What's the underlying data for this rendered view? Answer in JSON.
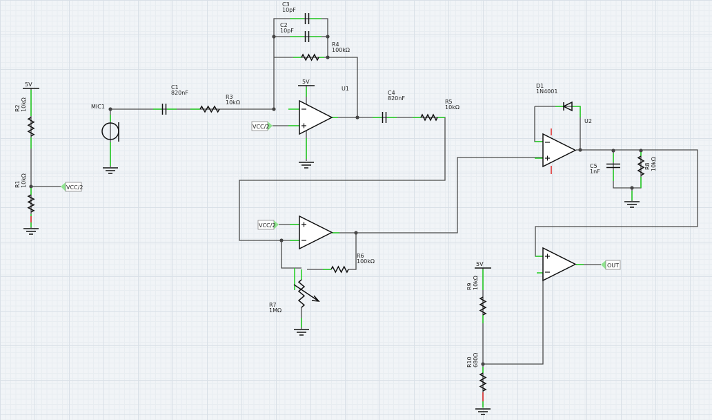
{
  "components": {
    "r2": {
      "ref": "R2",
      "value": "10kΩ"
    },
    "r1": {
      "ref": "R1",
      "value": "10kΩ"
    },
    "mic1": {
      "ref": "MIC1"
    },
    "c1": {
      "ref": "C1",
      "value": "820nF"
    },
    "r3": {
      "ref": "R3",
      "value": "10kΩ"
    },
    "c3": {
      "ref": "C3",
      "value": "10pF"
    },
    "c2": {
      "ref": "C2",
      "value": "10pF"
    },
    "r4": {
      "ref": "R4",
      "value": "100kΩ"
    },
    "u1": {
      "ref": "U1"
    },
    "c4": {
      "ref": "C4",
      "value": "820nF"
    },
    "r5": {
      "ref": "R5",
      "value": "10kΩ"
    },
    "r6": {
      "ref": "R6",
      "value": "100kΩ"
    },
    "r7": {
      "ref": "R7",
      "value": "1MΩ"
    },
    "d1": {
      "ref": "D1",
      "value": "1N4001"
    },
    "u2": {
      "ref": "U2"
    },
    "c5": {
      "ref": "C5",
      "value": "1nF"
    },
    "r8": {
      "ref": "R8",
      "value": "10kΩ"
    },
    "r9": {
      "ref": "R9",
      "value": "10kΩ"
    },
    "r10": {
      "ref": "R10",
      "value": "680Ω"
    }
  },
  "power": {
    "v5": "5V"
  },
  "net_labels": {
    "vcc2": "VCC/2",
    "out": "OUT"
  },
  "colors": {
    "wire": "#4a4a4a",
    "connected_pin": "#2bd12b",
    "unconnected_pin": "#e03030",
    "background": "#f1f4f7"
  }
}
